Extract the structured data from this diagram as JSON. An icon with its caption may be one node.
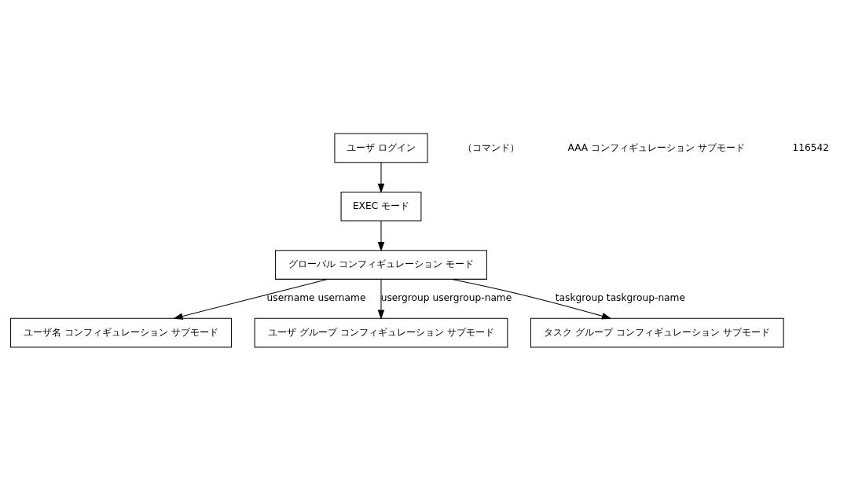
{
  "diagram": {
    "nodes": [
      {
        "text": [
          "ユーザ ログイン"
        ]
      },
      {
        "text": [
          "EXEC モード"
        ]
      },
      {
        "text": [
          "グローバル コンフィギュレーション モード"
        ]
      },
      {
        "text": [
          "ユーザ名 コンフィギュレーション サブモード"
        ]
      },
      {
        "text": [
          "ユーザ グループ コンフィギュレーション サブモード"
        ]
      },
      {
        "text": [
          "タスク グループ コンフィギュレーション サブモード"
        ]
      }
    ],
    "edges": [
      {
        "from": 0,
        "to": 1,
        "arrow": "to"
      },
      {
        "from": 1,
        "to": 2,
        "arrow": "to"
      },
      {
        "from": 2,
        "to": 3,
        "arrow": "to",
        "label": "username username"
      },
      {
        "from": 2,
        "to": 4,
        "arrow": "to",
        "label": "usergroup usergroup-name"
      },
      {
        "from": 2,
        "to": 5,
        "arrow": "to",
        "label": "taskgroup taskgroup-name"
      }
    ],
    "labels": [
      "（コマンド）",
      "AAA コンフィギュレーション サブモード",
      "116542"
    ]
  }
}
